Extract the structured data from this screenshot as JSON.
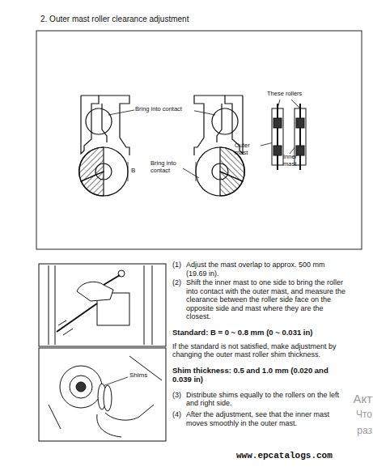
{
  "diagram": {
    "title": "2. Outer mast roller clearance adjustment",
    "labels": [
      "Bring into contact",
      "These rollers",
      "Outer mast",
      "Inner mast",
      "B",
      "Bring into contact",
      "Shims",
      "(1)",
      "Adjust the mast overlap to approx. 500 mm (19.69 in).",
      "(2)",
      "Shift the inner mast to one side to bring the roller into contact with the outer mast, and measure the clearance between the roller side face on the opposite side and mast where they are the closest.",
      "Standard: B = 0 ~ 0.8 mm (0 ~ 0.031 in)",
      "If the standard is not satisfied, make adjustment by changing the outer mast roller shim thickness.",
      "Shim thickness: 0.5 and 1.0 mm (0.020 and 0.039 in)",
      "(3)",
      "Distribute shims equally to the rollers on the left and right side.",
      "(4)",
      "After the adjustment, see that the inner mast moves smoothly in the outer mast.",
      "Акт",
      "Что",
      "раз",
      "www.epcatalogs.com"
    ]
  }
}
